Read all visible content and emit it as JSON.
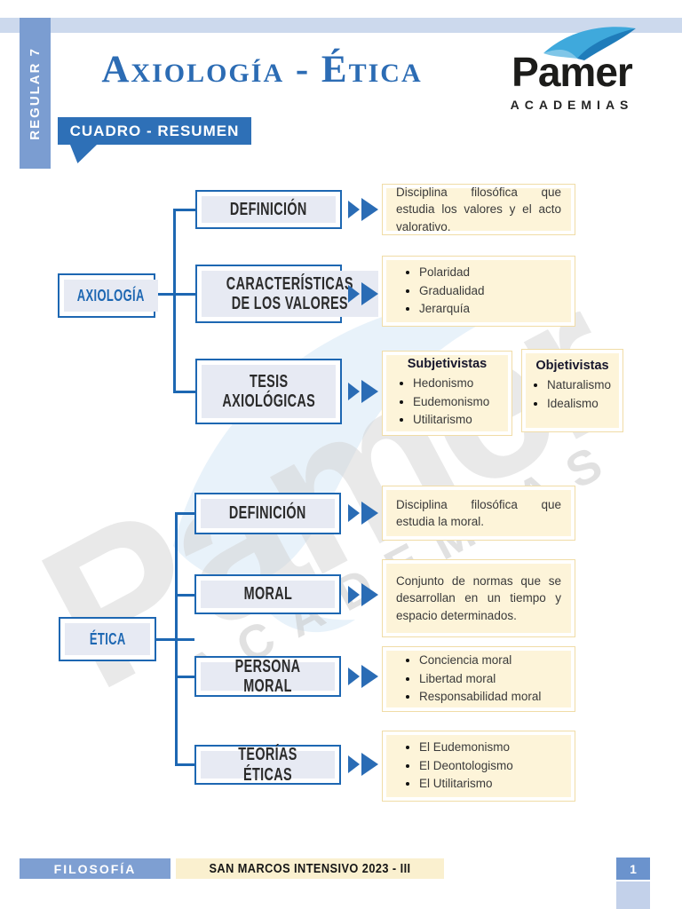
{
  "page": {
    "tab_label": "REGULAR 7",
    "title": "Axiología - Ética",
    "banner_label": "CUADRO - RESUMEN",
    "logo": {
      "name": "Pamer",
      "subtitle": "ACADEMIAS"
    }
  },
  "diagram": {
    "sections": [
      {
        "root": "AXIOLOGÍA",
        "branches": [
          {
            "label": "DEFINICIÓN",
            "content": {
              "type": "paragraph",
              "text": "Disciplina filosófica que estudia los valores y el acto valorativo."
            }
          },
          {
            "label": "CARACTERÍSTICAS\nDE LOS VALORES",
            "content": {
              "type": "bullets",
              "items": [
                "Polaridad",
                "Gradualidad",
                "Jerarquía"
              ]
            }
          },
          {
            "label": "TESIS\nAXIOLÓGICAS",
            "content": {
              "type": "groups",
              "groups": [
                {
                  "title": "Subjetivistas",
                  "items": [
                    "Hedonismo",
                    "Eudemonismo",
                    "Utilitarismo"
                  ]
                },
                {
                  "title": "Objetivistas",
                  "items": [
                    "Naturalismo",
                    "Idealismo"
                  ]
                }
              ]
            }
          }
        ]
      },
      {
        "root": "ÉTICA",
        "branches": [
          {
            "label": "DEFINICIÓN",
            "content": {
              "type": "paragraph",
              "text": "Disciplina filosófica que estudia la moral."
            }
          },
          {
            "label": "MORAL",
            "content": {
              "type": "paragraph",
              "text": "Conjunto de normas que se desarrollan en un tiempo y espacio determinados."
            }
          },
          {
            "label": "PERSONA MORAL",
            "content": {
              "type": "bullets",
              "items": [
                "Conciencia moral",
                "Libertad moral",
                "Responsabilidad moral"
              ]
            }
          },
          {
            "label": "TEORÍAS ÉTICAS",
            "content": {
              "type": "bullets",
              "items": [
                "El Eudemonismo",
                "El Deontologismo",
                "El Utilitarismo"
              ]
            }
          }
        ]
      }
    ]
  },
  "watermark": {
    "text": "Pamer",
    "subtext": "ACADEMIAS"
  },
  "footer": {
    "course": "FILOSOFÍA",
    "program": "SAN MARCOS INTENSIVO 2023 - III",
    "page_number": "1"
  },
  "icons": {
    "arrow": "double-chevron-right-icon",
    "logo_mark": "pamer-bird-icon"
  },
  "colors": {
    "accent_blue": "#1d67b2",
    "banner_blue": "#2e70b7",
    "tab_blue": "#7b9dd1",
    "band_blue": "#ccd9ed",
    "node_fill": "#e7eaf3",
    "note_fill": "#fdf4d9",
    "note_border": "#f0dca6",
    "footer_cream": "#faf0cf",
    "title_blue": "#2c6cb4"
  }
}
